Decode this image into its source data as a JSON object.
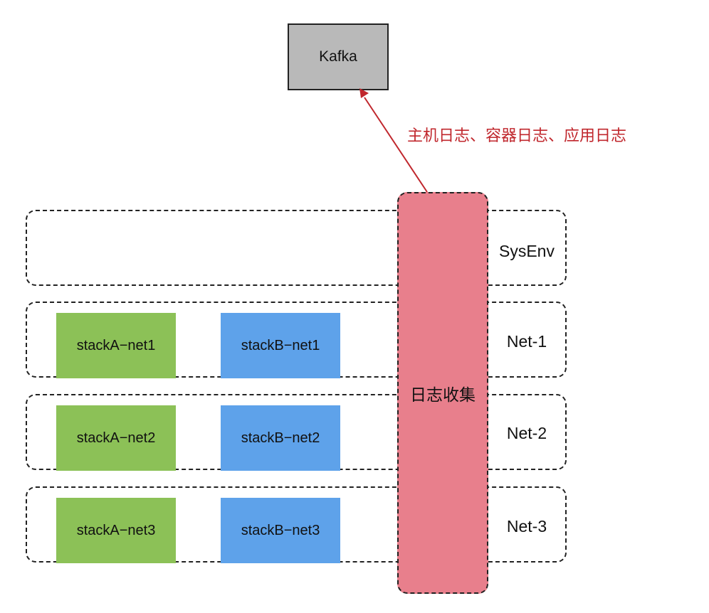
{
  "kafka": {
    "label": "Kafka"
  },
  "arrow": {
    "label": "主机日志、容器日志、应用日志",
    "color": "#c0272d"
  },
  "collector": {
    "label": "日志收集",
    "color": "#e87f8c"
  },
  "layers": [
    {
      "label": "SysEnv"
    },
    {
      "label": "Net-1"
    },
    {
      "label": "Net-2"
    },
    {
      "label": "Net-3"
    }
  ],
  "stacks": {
    "net1": {
      "a": "stackA−net1",
      "b": "stackB−net1"
    },
    "net2": {
      "a": "stackA−net2",
      "b": "stackB−net2"
    },
    "net3": {
      "a": "stackA−net3",
      "b": "stackB−net3"
    }
  },
  "colors": {
    "stackA": "#8cc157",
    "stackB": "#5ea2ea",
    "kafka": "#b9b9b9"
  }
}
